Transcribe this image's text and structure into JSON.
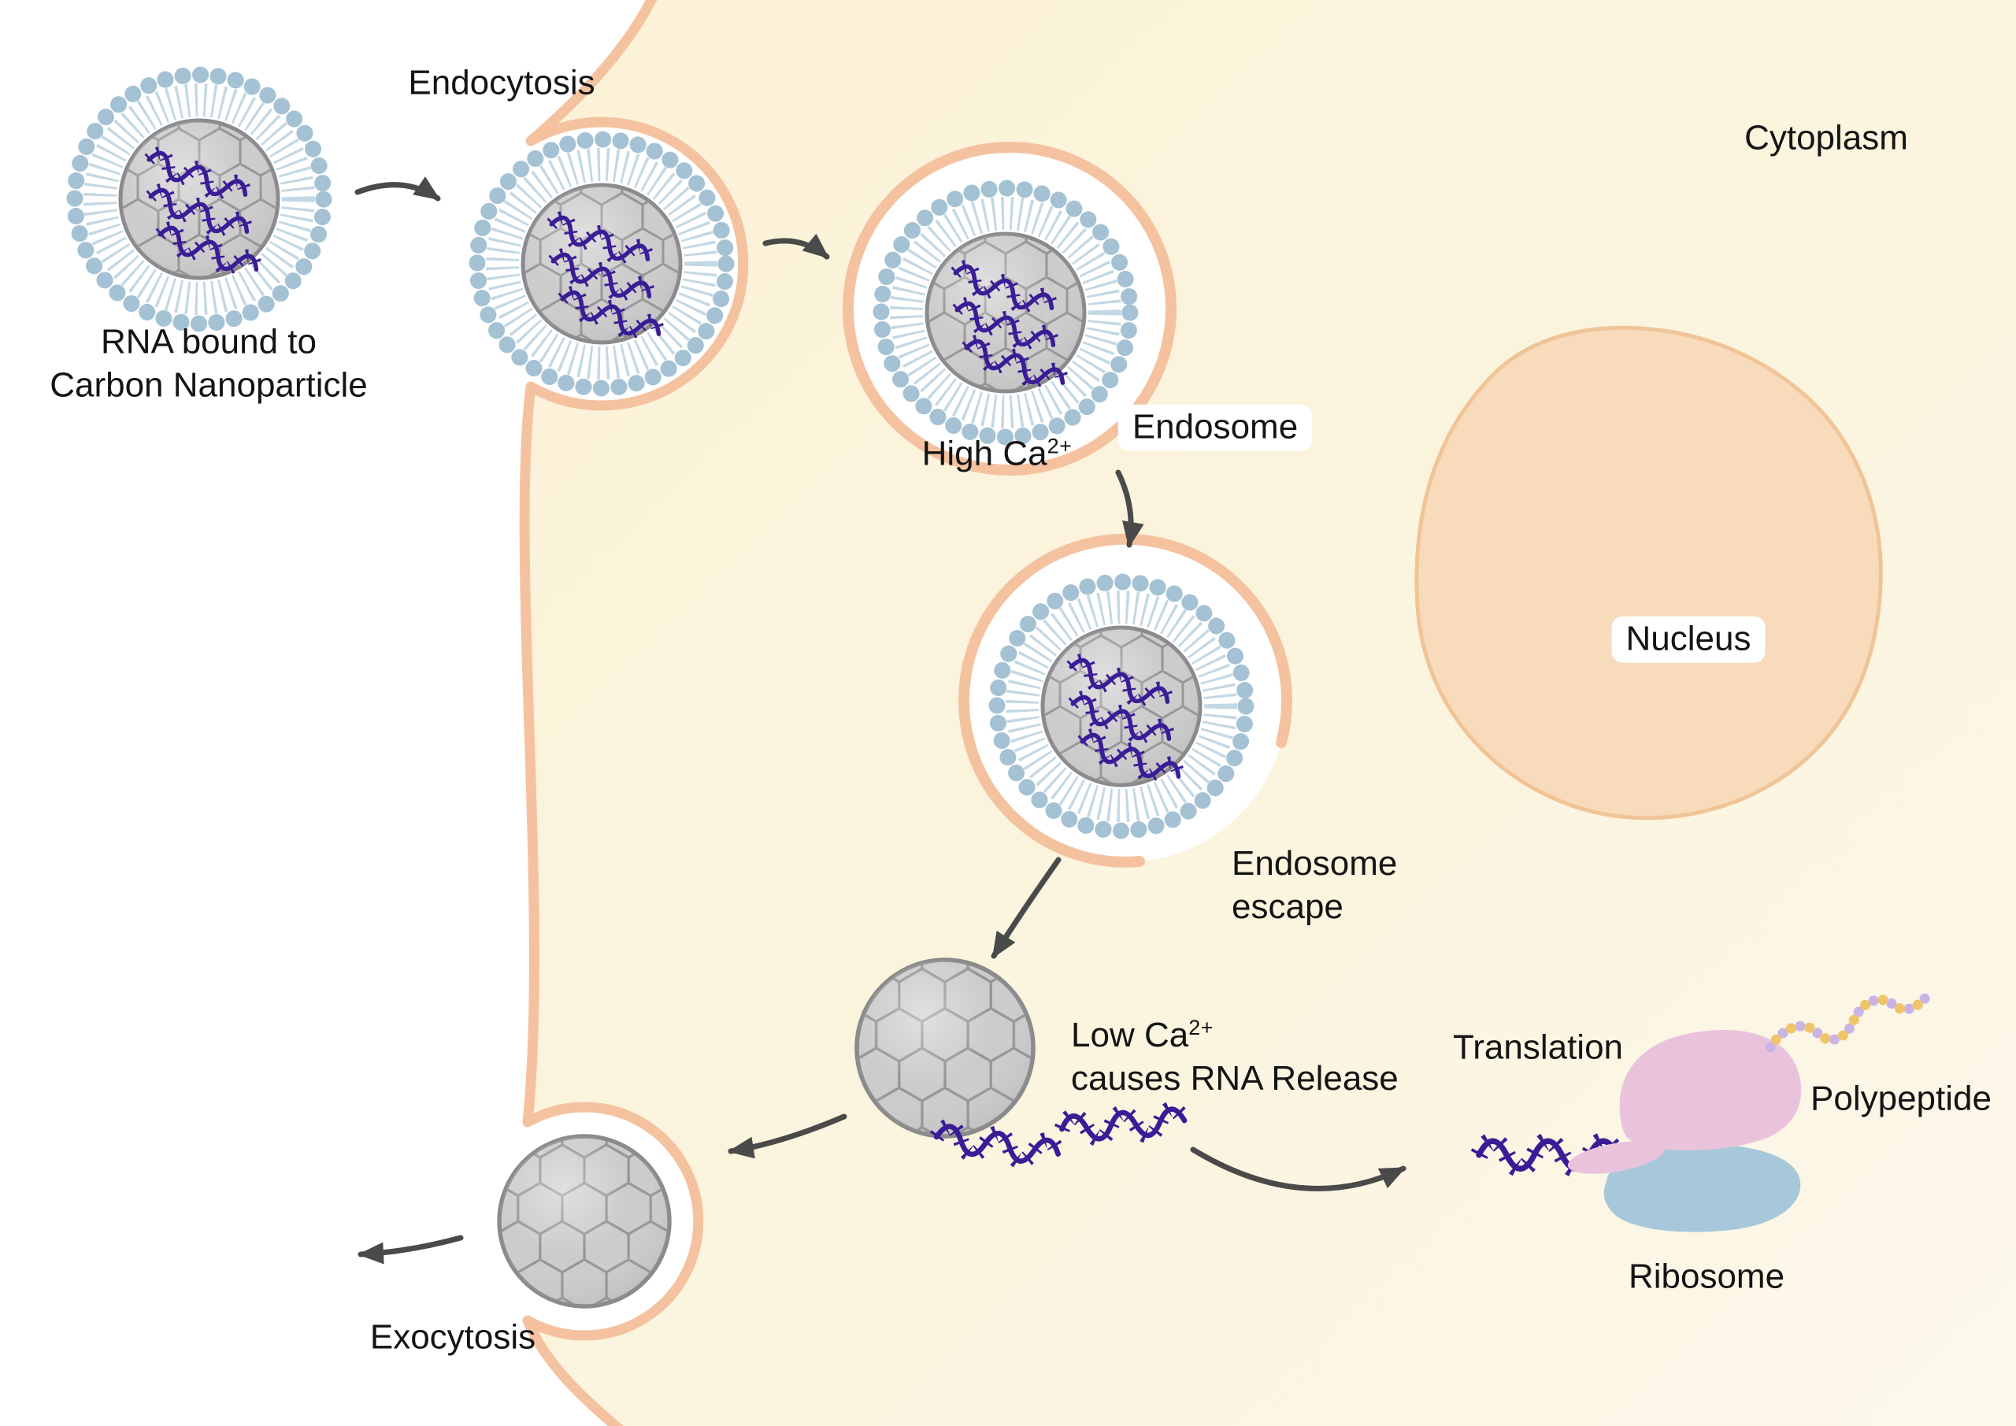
{
  "labels": {
    "endocytosis": "Endocytosis",
    "cytoplasm": "Cytoplasm",
    "rna_bound": {
      "line1": "RNA bound to",
      "line2": "Carbon Nanoparticle"
    },
    "endosome": "Endosome",
    "high_ca": {
      "base": "High Ca",
      "sup": "2+"
    },
    "nucleus": "Nucleus",
    "endosome_escape": {
      "line1": "Endosome",
      "line2": "escape"
    },
    "rna_release": {
      "base": "Low Ca",
      "sup": "2+",
      "line2": "causes RNA Release"
    },
    "translation": "Translation",
    "polypeptide": "Polypeptide",
    "ribosome": "Ribosome",
    "exocytosis": "Exocytosis"
  },
  "colors": {
    "background": "#FFFFFF",
    "cell_fill": "#FBF3DC",
    "membrane": "#F5C2A0",
    "nucleus_fill": "#F8DBBB",
    "nucleus_stroke": "#F0C497",
    "lipid_blue": "#A4C2D4",
    "lipid_tail_blue": "#C3D8E4",
    "nanoparticle_gray": "#CBCBCB",
    "nanoparticle_mesh": "#949494",
    "rna_purple": "#3A1C96",
    "arrow_gray": "#4A4A4A",
    "ribosome_large_pink": "#E9C3DC",
    "ribosome_small_blue": "#A6C8DA",
    "polypeptide_bead_purple": "#C9B4E4",
    "polypeptide_bead_yellow": "#F0C468"
  }
}
